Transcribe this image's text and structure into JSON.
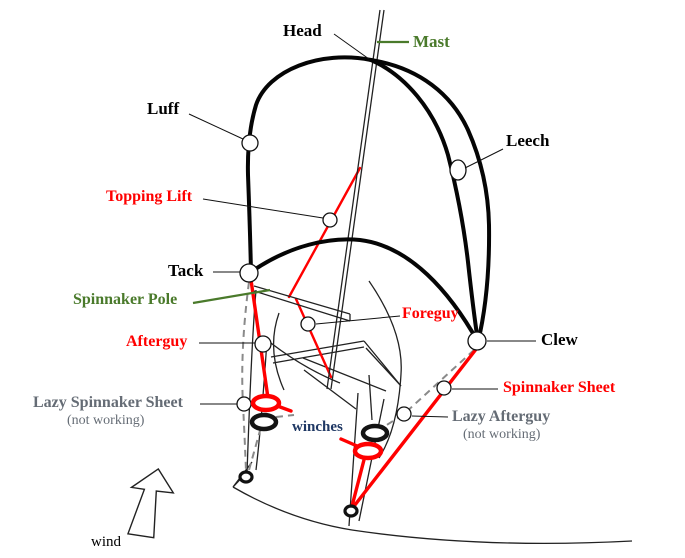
{
  "diagram": {
    "labels": {
      "head": "Head",
      "mast": "Mast",
      "luff": "Luff",
      "leech": "Leech",
      "topping_lift": "Topping Lift",
      "tack": "Tack",
      "spinnaker_pole": "Spinnaker Pole",
      "foreguy": "Foreguy",
      "afterguy": "Afterguy",
      "clew": "Clew",
      "spinnaker_sheet": "Spinnaker Sheet",
      "lazy_spinnaker_sheet": "Lazy Spinnaker Sheet",
      "lazy_afterguy": "Lazy Afterguy",
      "not_working": "(not working)",
      "winches": "winches",
      "wind": "wind"
    },
    "colors": {
      "rigging_active": "#ff0000",
      "rigging_lazy": "#8a8a8a",
      "mast_green": "#4a7a2b",
      "label_gray": "#656c75",
      "winches_navy": "#1f3864",
      "sail_black": "#050505"
    }
  }
}
